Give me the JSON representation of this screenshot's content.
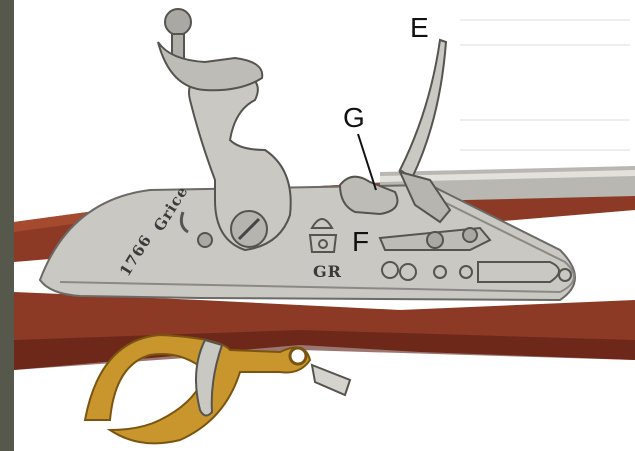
{
  "figure": {
    "labels": {
      "E": "E",
      "G": "G",
      "F": "F"
    },
    "engraving": {
      "maker": "Grice",
      "year": "1766",
      "cipher": "GR"
    },
    "colors": {
      "stock": "#8c3a26",
      "stock_dark": "#5a1d12",
      "metal": "#c9c8c2",
      "metal_shadow": "#8a8985",
      "brass": "#c9962e",
      "background": "#ffffff",
      "side_strip": "#55584a"
    }
  }
}
